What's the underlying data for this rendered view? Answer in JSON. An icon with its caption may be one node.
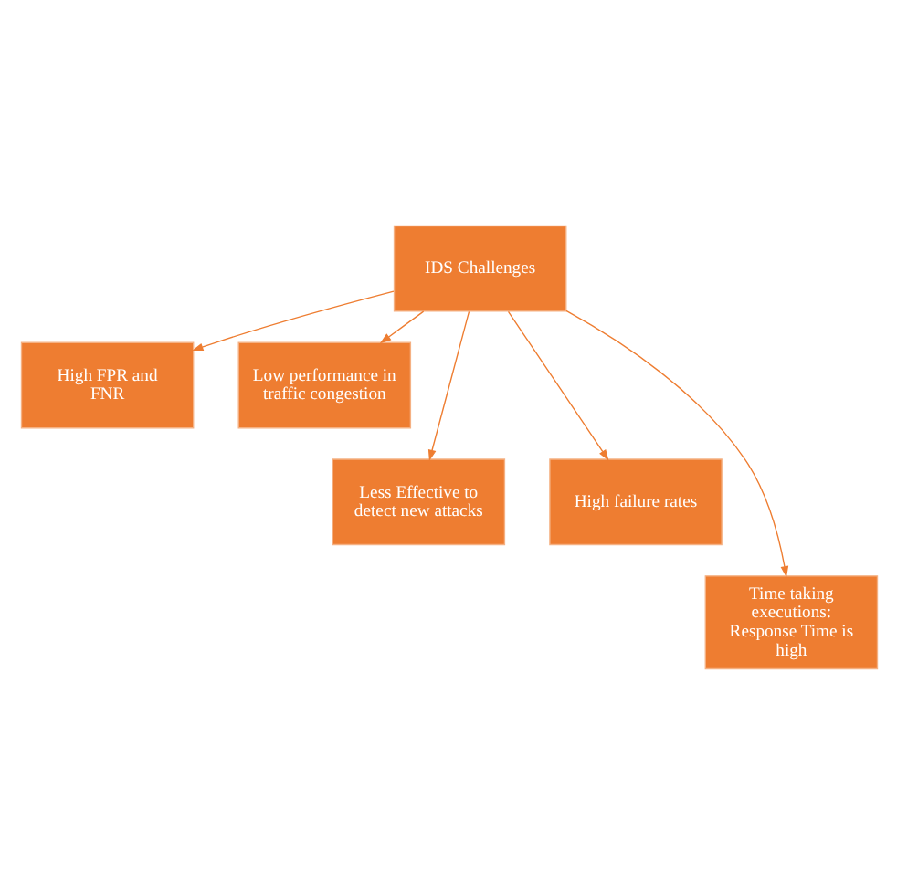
{
  "diagram": {
    "nodes": [
      {
        "text": [
          "IDS Challenges"
        ]
      },
      {
        "text": [
          "High FPR and FNR"
        ]
      },
      {
        "text": [
          "Low performance in traffic congestion"
        ]
      },
      {
        "text": [
          "Less Effective to detect new attacks"
        ]
      },
      {
        "text": [
          "High failure rates"
        ]
      },
      {
        "text": [
          "Time taking executions: Response Time is high"
        ]
      }
    ],
    "edges": [
      {
        "from": 0,
        "to": 1,
        "arrow": "to"
      },
      {
        "from": 0,
        "to": 3,
        "arrow": "to"
      },
      {
        "from": 0,
        "to": 5,
        "arrow": "to"
      },
      {
        "from": 0,
        "to": 4,
        "arrow": "to"
      },
      {
        "from": 0,
        "to": 2,
        "arrow": "to"
      }
    ]
  }
}
